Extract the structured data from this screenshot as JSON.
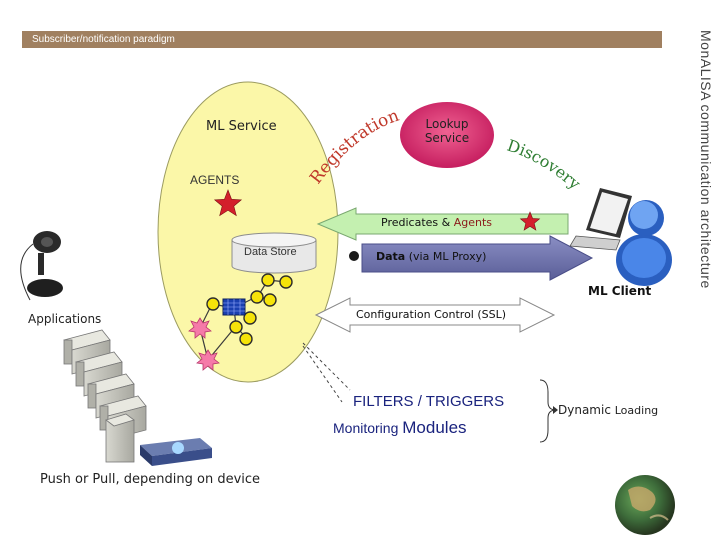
{
  "header": {
    "subtitle": "Subscriber/notification paradigm",
    "side_title": "MonALISA communication architecture"
  },
  "service": {
    "title": "ML Service",
    "agents_label": "AGENTS",
    "data_store_label": "Data Store",
    "applications_label": "Applications"
  },
  "lookup": {
    "label_line1": "Lookup",
    "label_line2": "Service",
    "registration_text": "Registration",
    "discovery_text": "Discovery"
  },
  "arrows": {
    "predicates_prefix": "Predicates & ",
    "predicates_agents": "Agents",
    "data_prefix": "Data",
    "data_suffix": " (via ML Proxy)",
    "config_prefix": "Configuration Control ",
    "config_suffix": "(SSL)"
  },
  "client": {
    "label": "ML Client"
  },
  "modules": {
    "filters_triggers": "FILTERS / TRIGGERS",
    "monitoring": "Monitoring ",
    "modules_word": "Modules",
    "dynamic_loading_prefix": "Dynamic ",
    "dynamic_loading_suffix": "Loading"
  },
  "footer": {
    "push_pull": "Push or Pull, depending on device"
  },
  "colors": {
    "header_bar": "#a08060",
    "ellipse_fill": "#fbf7a8",
    "lookup_fill": "#e11d63",
    "registration_text": "#c0392b",
    "arrow_green": "#c4f0b0",
    "arrow_purple": "#6b6fa8",
    "arrow_white": "#ffffff",
    "node_yellow": "#f5e30a",
    "star_red": "#d31f2b",
    "node_pink": "#f57aa8"
  }
}
